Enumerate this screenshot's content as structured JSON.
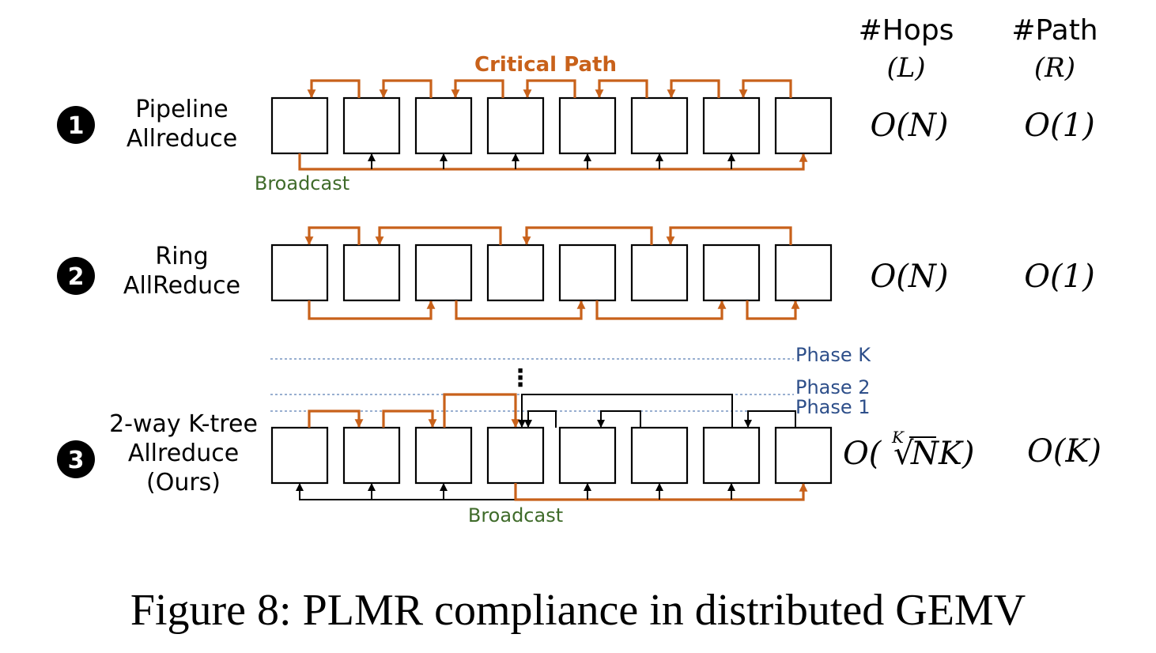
{
  "headers": {
    "hops_label": "#Hops",
    "hops_symbol": "(L)",
    "path_label": "#Path",
    "path_symbol": "(R)"
  },
  "critical_path_label": "Critical Path",
  "colors": {
    "critical": "#c8611a",
    "broadcast_text": "#3f6b2a",
    "phase_text": "#2e4f8a",
    "ink": "#000000"
  },
  "rows": [
    {
      "badge": "1",
      "name_lines": [
        "Pipeline",
        "Allreduce"
      ],
      "hops": "O(N)",
      "path": "O(1)",
      "annotation": "Broadcast"
    },
    {
      "badge": "2",
      "name_lines": [
        "Ring",
        "AllReduce"
      ],
      "hops": "O(N)",
      "path": "O(1)"
    },
    {
      "badge": "3",
      "name_lines": [
        "2-way K-tree",
        "Allreduce",
        "(Ours)"
      ],
      "hops_prefix": "O(",
      "hops_root_index": "K",
      "hops_radical": "√",
      "hops_body": "NK)",
      "path": "O(K)",
      "annotation": "Broadcast",
      "phases": [
        "Phase K",
        "Phase 2",
        "Phase 1"
      ],
      "ellipsis": "⋮"
    }
  ],
  "caption": "Figure 8: PLMR compliance in distributed GEMV"
}
